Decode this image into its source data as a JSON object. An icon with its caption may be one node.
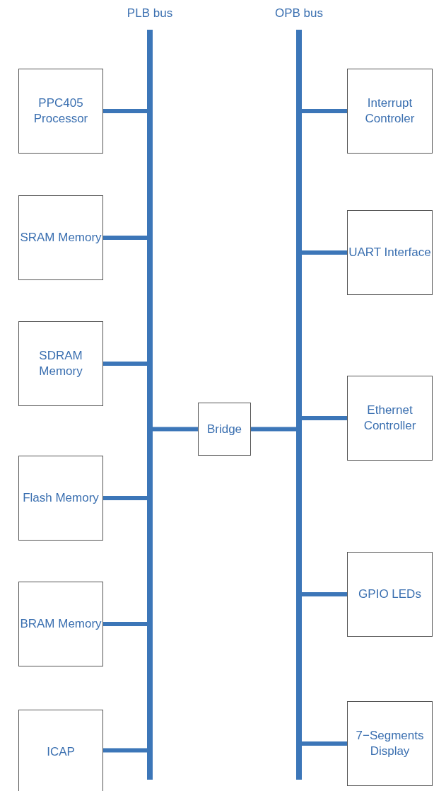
{
  "diagram": {
    "nodes": [
      {
        "text": [
          "PLB bus"
        ]
      },
      {
        "text": [
          "OPB bus"
        ]
      },
      {
        "text": [
          "PPC405 Processor"
        ]
      },
      {
        "text": [
          "SRAM Memory"
        ]
      },
      {
        "text": [
          "SDRAM Memory"
        ]
      },
      {
        "text": [
          "Flash Memory"
        ]
      },
      {
        "text": [
          "BRAM Memory"
        ]
      },
      {
        "text": [
          "ICAP"
        ]
      },
      {
        "text": [
          "Bridge"
        ]
      },
      {
        "text": [
          "Interrupt Controler"
        ]
      },
      {
        "text": [
          "UART Interface"
        ]
      },
      {
        "text": [
          "Ethernet Controller"
        ]
      },
      {
        "text": [
          "GPIO LEDs"
        ]
      },
      {
        "text": [
          "7−Segments Display"
        ]
      }
    ],
    "edges": [
      {
        "from": 2,
        "to": 0,
        "arrow": "none"
      },
      {
        "from": 3,
        "to": 0,
        "arrow": "none"
      },
      {
        "from": 4,
        "to": 0,
        "arrow": "none"
      },
      {
        "from": 5,
        "to": 0,
        "arrow": "none"
      },
      {
        "from": 6,
        "to": 0,
        "arrow": "none"
      },
      {
        "from": 7,
        "to": 0,
        "arrow": "none"
      },
      {
        "from": 0,
        "to": 8,
        "arrow": "none"
      },
      {
        "from": 8,
        "to": 1,
        "arrow": "none"
      },
      {
        "from": 9,
        "to": 1,
        "arrow": "none"
      },
      {
        "from": 10,
        "to": 1,
        "arrow": "none"
      },
      {
        "from": 11,
        "to": 1,
        "arrow": "none"
      },
      {
        "from": 12,
        "to": 1,
        "arrow": "none"
      },
      {
        "from": 13,
        "to": 1,
        "arrow": "none"
      }
    ]
  }
}
